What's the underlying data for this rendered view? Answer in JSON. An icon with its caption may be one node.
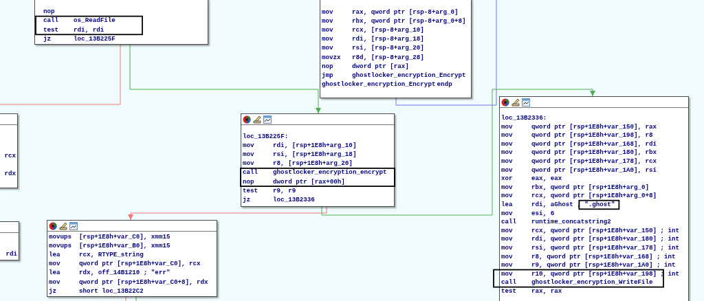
{
  "diagram": {
    "nodes": [
      {
        "text": [
          "nop",
          "call os_ReadFile",
          "test rdi, rdi",
          "jz loc_13B225F"
        ]
      },
      {
        "text": [
          "mov rax, qword ptr [rsp-8+arg_0]",
          "mov rbx, qword ptr [rsp-8+arg_0+8]",
          "mov rcx, [rsp-8+arg_10]",
          "mov rdi, [rsp-8+arg_18]",
          "mov rsi, [rsp-8+arg_20]",
          "movzx r8d, [rsp-8+arg_28]",
          "nop dword ptr [rax]",
          "jmp ghostlocker_encryption_Encrypt",
          "ghostlocker_encryption_Encrypt endp"
        ]
      },
      {
        "text": [
          "rcx",
          "rdx"
        ]
      },
      {
        "text": [
          "loc_13B225F:",
          "mov rdi, [rsp+1E8h+arg_10]",
          "mov rsi, [rsp+1E8h+arg_18]",
          "mov r8, [rsp+1E8h+arg_20]",
          "call ghostlocker_encryption_encrypt",
          "nop dword ptr [rax+00h]",
          "test r9, r9",
          "jz loc_13B2336"
        ]
      },
      {
        "text": [
          "loc_13B2336:",
          "mov qword ptr [rsp+1E8h+var_150], rax",
          "mov qword ptr [rsp+1E8h+var_198], r8",
          "mov qword ptr [rsp+1E8h+var_168], rdi",
          "mov qword ptr [rsp+1E8h+var_180], rbx",
          "mov qword ptr [rsp+1E8h+var_178], rcx",
          "mov qword ptr [rsp+1E8h+var_1A0], rsi",
          "xor eax, eax",
          "mov rbx, qword ptr [rsp+1E8h+arg_0]",
          "mov rcx, qword ptr [rsp+1E8h+arg_0+8]",
          "lea rdi, aGhost ; \".ghost\"",
          "mov esi, 6",
          "call runtime_concatstring2",
          "mov rcx, qword ptr [rsp+1E8h+var_150] ; int",
          "mov rdi, qword ptr [rsp+1E8h+var_180] ; int",
          "mov rsi, qword ptr [rsp+1E8h+var_178] ; int",
          "mov r8, qword ptr [rsp+1E8h+var_168] ; int",
          "mov r9, qword ptr [rsp+1E8h+var_1A0] ; int",
          "mov r10, qword ptr [rsp+1E8h+var_198] ; int",
          "call ghostlocker_encryption_WriteFile",
          "test rax, rax"
        ]
      },
      {
        "text": [
          "rdi"
        ]
      },
      {
        "text": [
          "movups [rsp+1E8h+var_C0], xmm15",
          "movups [rsp+1E8h+var_B0], xmm15",
          "lea rcx, RTYPE_string",
          "mov qword ptr [rsp+1E8h+var_C0], rcx",
          "lea rdx, off_14B1210 ; \"err\"",
          "mov qword ptr [rsp+1E8h+var_C0+8], rdx",
          "jz short loc_13B22C2"
        ]
      }
    ],
    "edges": [
      {
        "from": 0,
        "to": 3,
        "arrow": "to",
        "color": "#4caf50"
      },
      {
        "from": 0,
        "to": null,
        "arrow": "none",
        "color": "#f07878"
      },
      {
        "from": 1,
        "to": null,
        "arrow": "none",
        "color": "#7070ee"
      },
      {
        "from": 3,
        "to": 6,
        "arrow": "to",
        "color": "#f07878"
      },
      {
        "from": 3,
        "to": 4,
        "arrow": "to",
        "color": "#4caf50"
      },
      {
        "from": 6,
        "to": null,
        "arrow": "none",
        "color": "#f07878"
      },
      {
        "from": 6,
        "to": null,
        "arrow": "none",
        "color": "#4caf50"
      }
    ]
  }
}
